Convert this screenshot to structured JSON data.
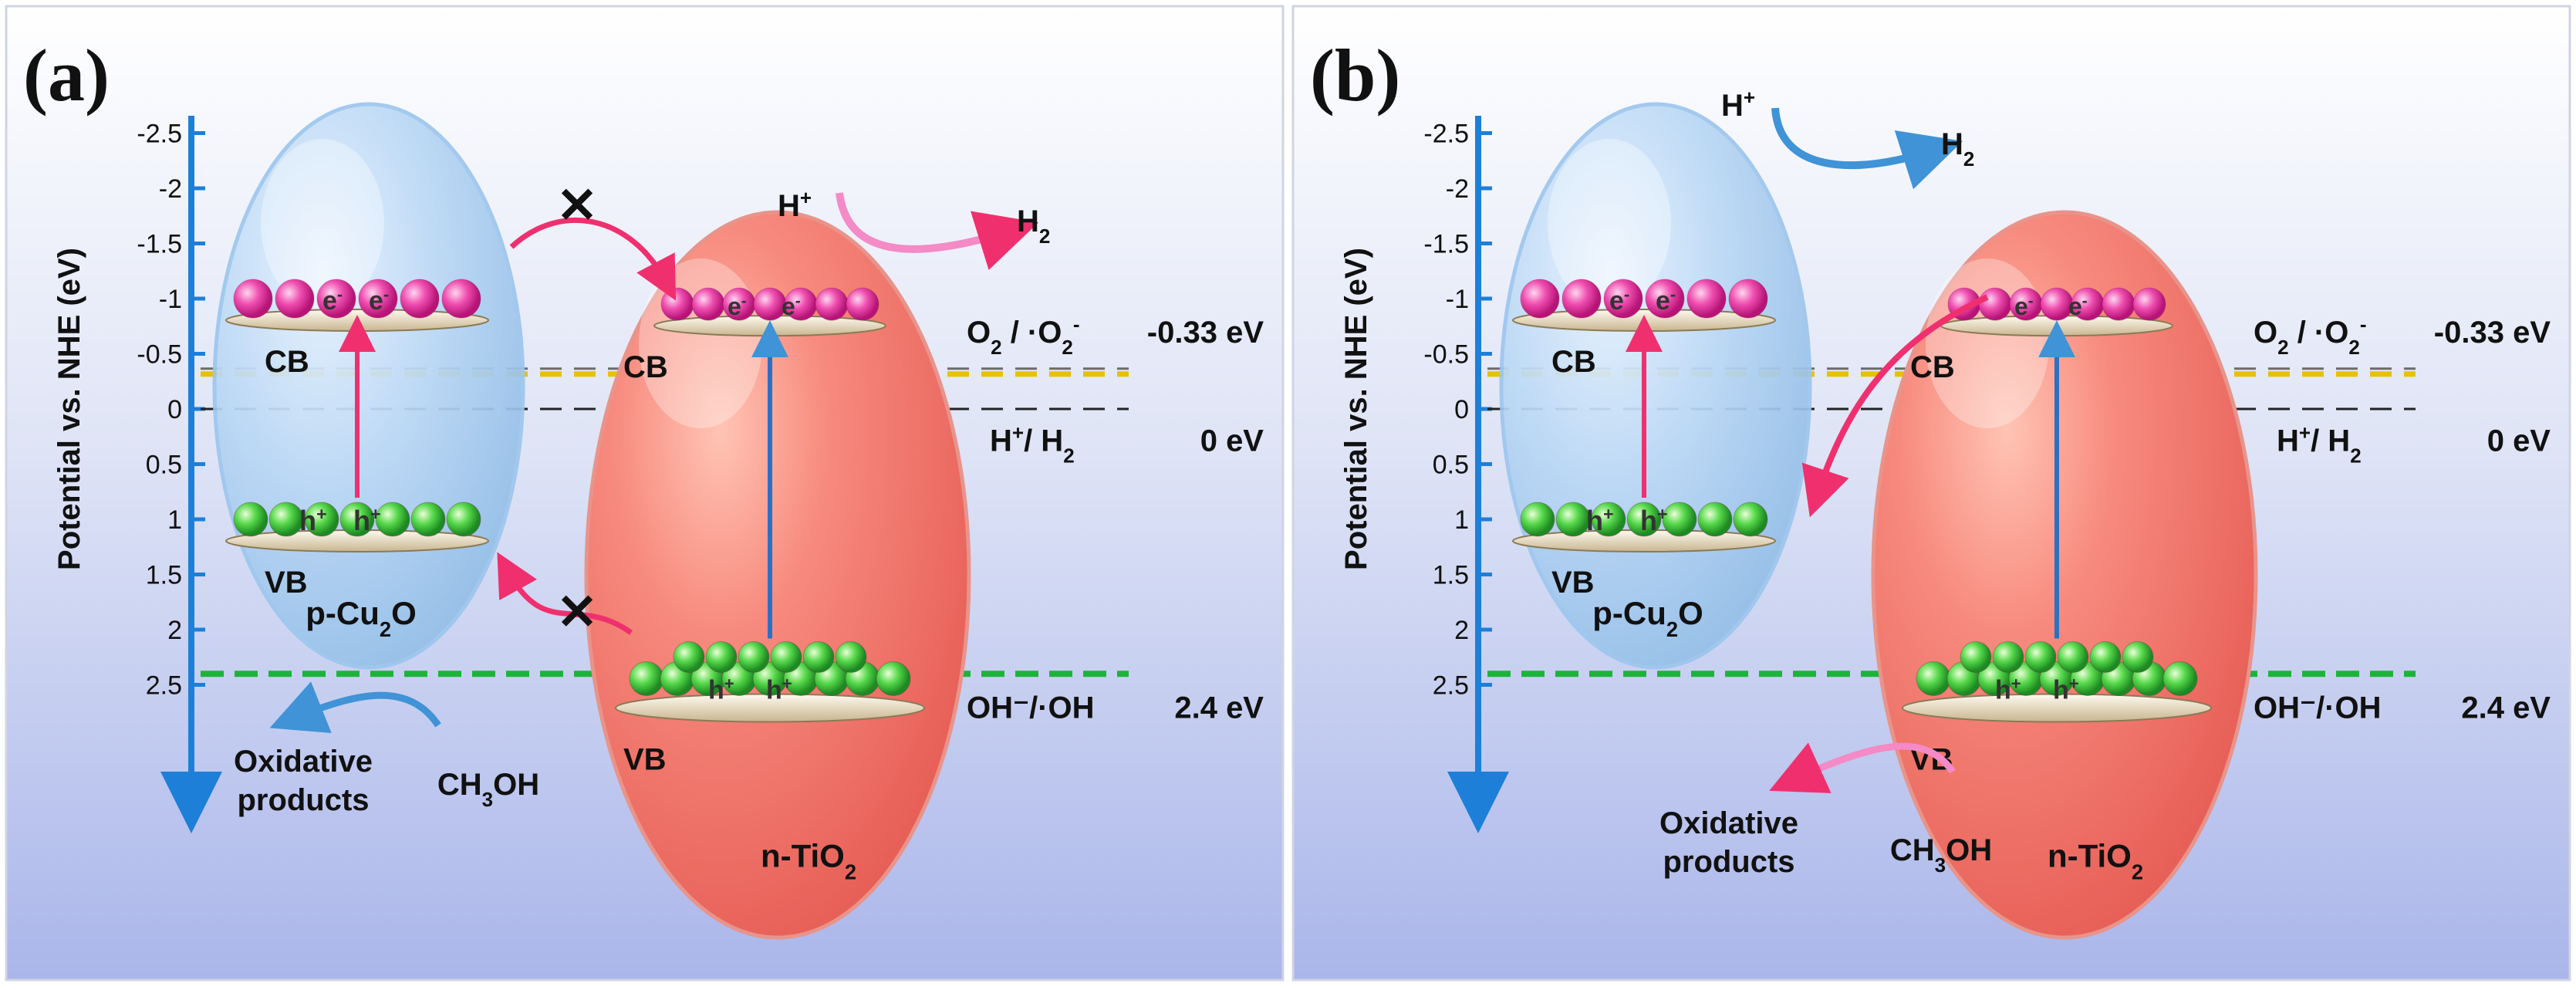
{
  "panels": [
    {
      "label": "(a)",
      "axis_title": "Potential vs. NHE (eV)",
      "ticks": [
        "-2.5",
        "-2",
        "-1.5",
        "-1",
        "-0.5",
        "0",
        "0.5",
        "1",
        "1.5",
        "2",
        "2.5"
      ],
      "cu2o": {
        "cb": "CB",
        "vb": "VB",
        "name": "p-Cu",
        "name_sub": "2",
        "name_end": "O"
      },
      "tio2": {
        "cb": "CB",
        "vb": "VB",
        "name": "n-TiO",
        "name_sub": "2"
      },
      "electron": "e",
      "electron_sup": "-",
      "hole": "h",
      "hole_sup": "+",
      "h_plus": "H",
      "h_plus_sup": "+",
      "h2": "H",
      "h2_sub": "2",
      "oxidative": [
        "Oxidative",
        "products"
      ],
      "methanol": {
        "a": "CH",
        "sub": "3",
        "b": "OH"
      },
      "blocked_mark": "✕"
    },
    {
      "label": "(b)",
      "axis_title": "Potential vs. NHE (eV)",
      "ticks": [
        "-2.5",
        "-2",
        "-1.5",
        "-1",
        "-0.5",
        "0",
        "0.5",
        "1",
        "1.5",
        "2",
        "2.5"
      ],
      "cu2o": {
        "cb": "CB",
        "vb": "VB",
        "name": "p-Cu",
        "name_sub": "2",
        "name_end": "O"
      },
      "tio2": {
        "cb": "CB",
        "vb": "VB",
        "name": "n-TiO",
        "name_sub": "2"
      },
      "electron": "e",
      "electron_sup": "-",
      "hole": "h",
      "hole_sup": "+",
      "h_plus": "H",
      "h_plus_sup": "+",
      "h2": "H",
      "h2_sub": "2",
      "oxidative": [
        "Oxidative",
        "products"
      ],
      "methanol": {
        "a": "CH",
        "sub": "3",
        "b": "OH"
      }
    }
  ],
  "levels": {
    "o2": {
      "a": "O",
      "sub": "2",
      "mid": " / ·O",
      "sub2": "2",
      "sup2": "-",
      "value": "-0.33 eV"
    },
    "h": {
      "a": "H",
      "sup": "+",
      "mid": "/ H",
      "sub": "2",
      "value": "0 eV"
    },
    "oh": {
      "label": "OH⁻/·OH",
      "value": "2.4 eV"
    }
  },
  "colors": {
    "axis": "#1e7fd8",
    "yellow_line": "#e8c100",
    "green_line": "#1db33a",
    "electron": "#e0258f",
    "hole": "#3cc83c",
    "tio2": "#f07a70",
    "cu2o": "#a9cdef",
    "arrow_pink": "#f0306e",
    "arrow_blue": "#3f93d6"
  }
}
